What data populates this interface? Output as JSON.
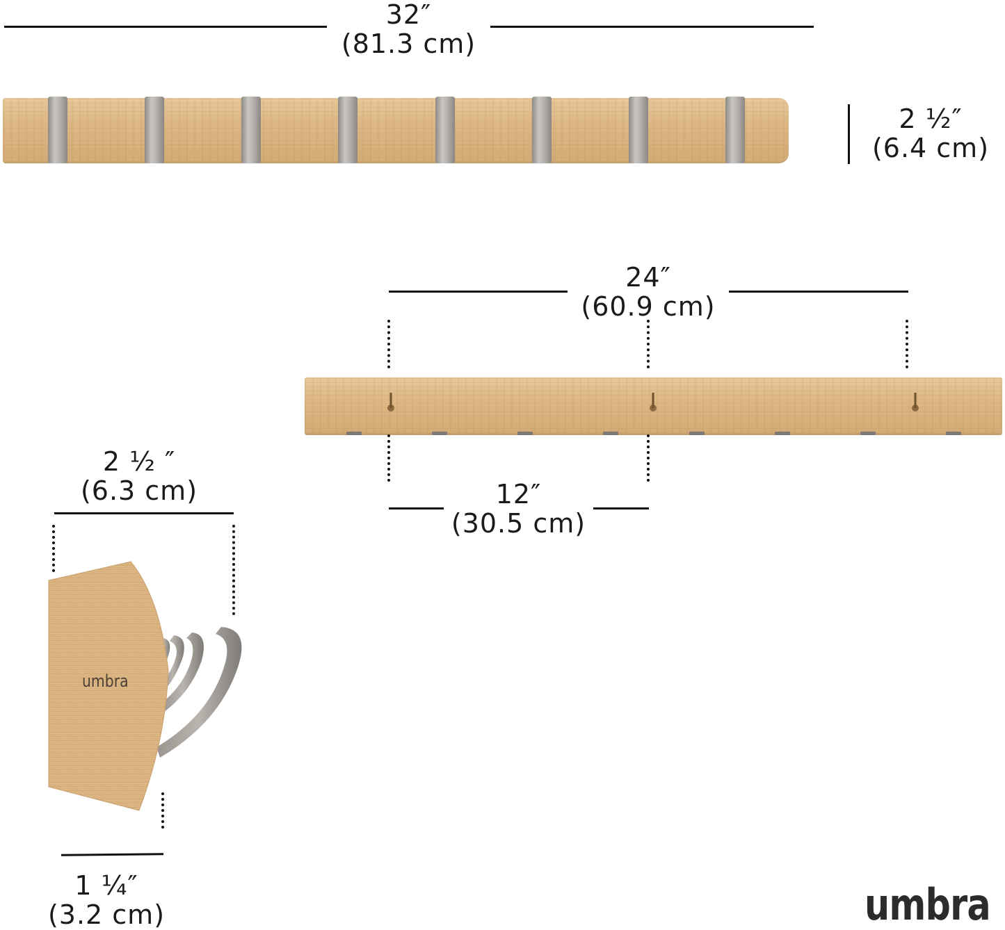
{
  "top_rack": {
    "width_in": "32″",
    "width_cm": "(81.3 cm)",
    "height_in": "2 ½″",
    "height_cm": "(6.4 cm)",
    "hook_count": 8
  },
  "back_view": {
    "span_in": "24″",
    "span_cm": "(60.9 cm)",
    "half_in": "12″",
    "half_cm": "(30.5 cm)",
    "keyhole_count": 3
  },
  "side_view": {
    "depth_in": "2 ½ ″",
    "depth_cm": "(6.3 cm)",
    "base_in": "1 ¼″",
    "base_cm": "(3.2 cm)",
    "logo_text": "umbra"
  },
  "brand": "umbra",
  "colors": {
    "wood": "#dcb683",
    "metal": "#b7b2ad",
    "line": "#111111"
  }
}
